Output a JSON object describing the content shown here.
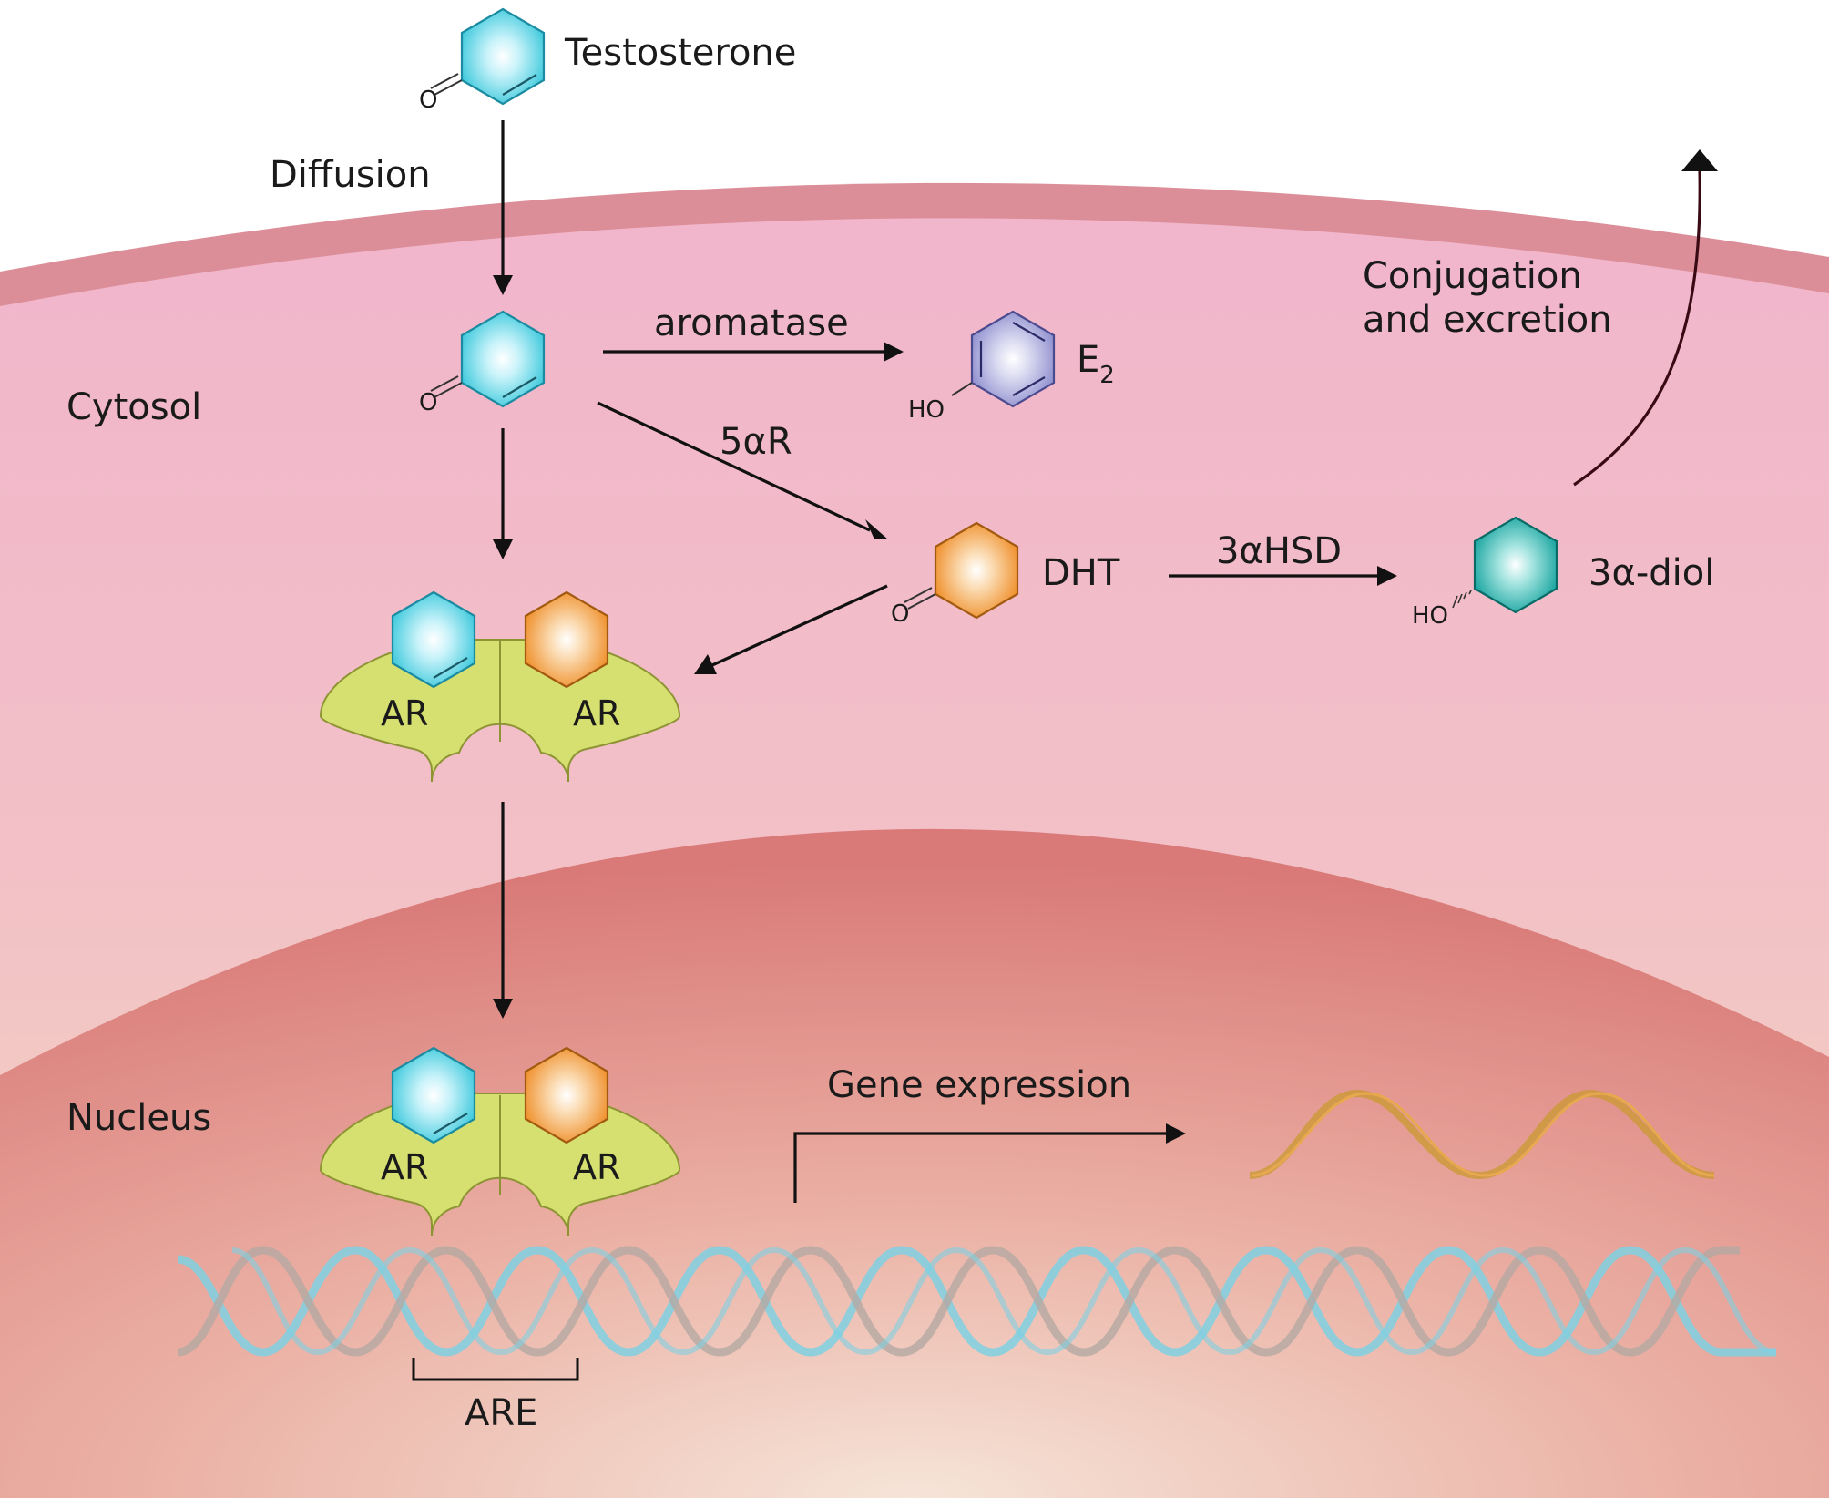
{
  "labels": {
    "testosterone": "Testosterone",
    "diffusion": "Diffusion",
    "cytosol": "Cytosol",
    "aromatase": "aromatase",
    "e2_main": "E",
    "e2_sub": "2",
    "five_alpha_r": "5αR",
    "dht": "DHT",
    "three_alpha_hsd": "3αHSD",
    "three_alpha_diol": "3α-diol",
    "conjugation_line1": "Conjugation",
    "conjugation_line2": "and excretion",
    "nucleus": "Nucleus",
    "gene_expression": "Gene expression",
    "are": "ARE",
    "ar": "AR"
  },
  "chem_groups": {
    "oxo": "O",
    "hydroxyl": "HO"
  },
  "colors": {
    "testosterone": "#3ec9dc",
    "e2": "#8f8fcf",
    "dht": "#ef8f2a",
    "diol": "#1aa5a0",
    "receptor": "#d6e070",
    "dna_strand_a": "#7fd0e2",
    "dna_strand_b": "#b4a9a2",
    "mrna": "#d8b03c",
    "membrane": "#dc8e98",
    "cytosol": "#f1b8cb",
    "nucleus": "#d87a78"
  }
}
